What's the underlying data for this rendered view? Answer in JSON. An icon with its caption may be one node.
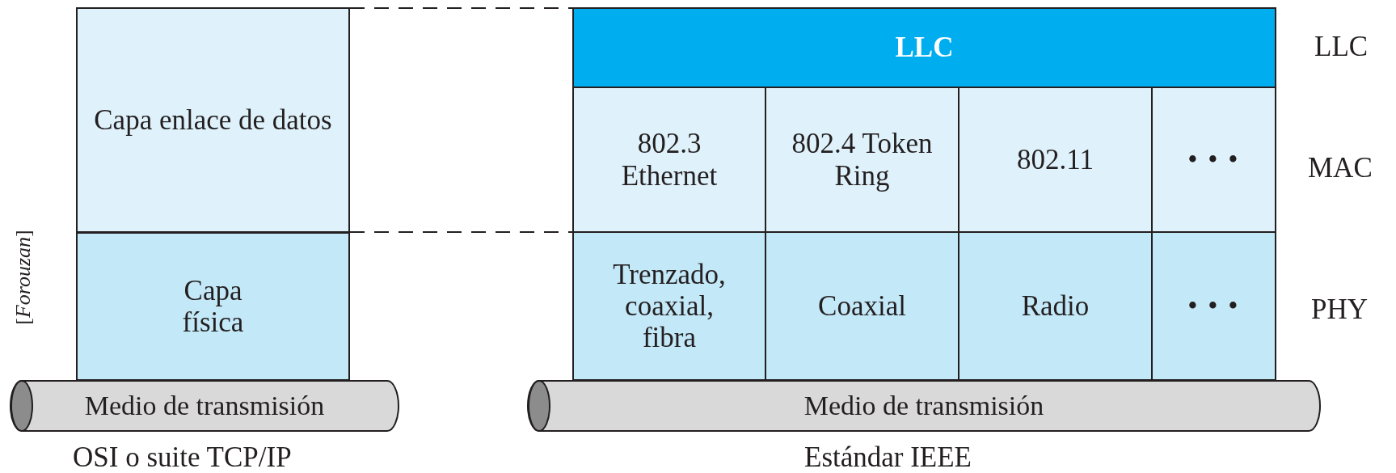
{
  "diagram": {
    "nodes": [
      {
        "text": [
          "Capa enlace de datos"
        ]
      },
      {
        "text": [
          "Capa física"
        ]
      },
      {
        "text": [
          "Medio de transmisión"
        ]
      },
      {
        "text": [
          "LLC"
        ]
      },
      {
        "text": [
          "802.3 Ethernet"
        ]
      },
      {
        "text": [
          "802.4 Token Ring"
        ]
      },
      {
        "text": [
          "802.11"
        ]
      },
      {
        "text": [
          "• • •"
        ]
      },
      {
        "text": [
          "Trenzado, coaxial, fibra"
        ]
      },
      {
        "text": [
          "Coaxial"
        ]
      },
      {
        "text": [
          "Radio"
        ]
      },
      {
        "text": [
          "• • •"
        ]
      },
      {
        "text": [
          "Medio de transmisión"
        ]
      }
    ],
    "edges": [
      {
        "from": 0,
        "to": 3,
        "arrow": "none",
        "style": "dashed"
      },
      {
        "from": 0,
        "to": 4,
        "arrow": "none",
        "style": "dashed"
      }
    ],
    "labels": [
      "LLC",
      "MAC",
      "PHY",
      "[*Forouzan*]",
      "OSI o suite TCP/IP",
      "Estándar IEEE"
    ]
  }
}
